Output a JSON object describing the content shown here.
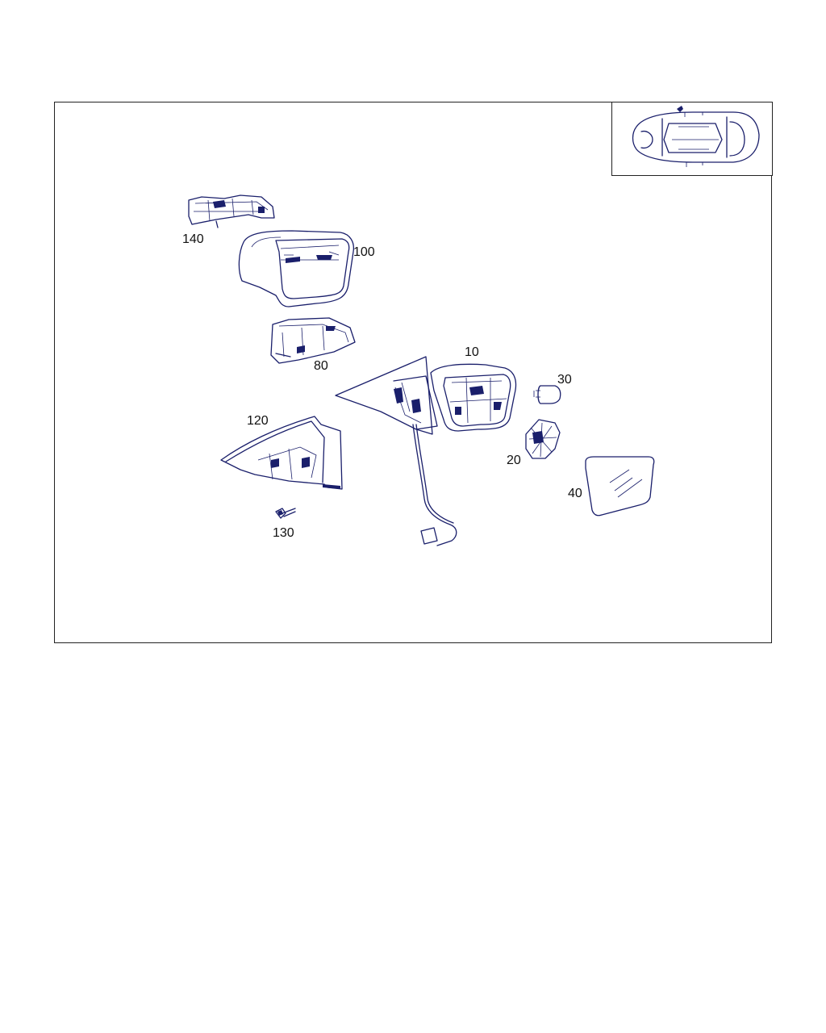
{
  "diagram": {
    "callouts": {
      "c10": "10",
      "c20": "20",
      "c30": "30",
      "c40": "40",
      "c80": "80",
      "c100": "100",
      "c120": "120",
      "c130": "130",
      "c140": "140"
    }
  },
  "colors": {
    "line": "#1a1f6b",
    "frame": "#222222",
    "text": "#111111"
  },
  "icons": [
    "car-locator-icon"
  ]
}
